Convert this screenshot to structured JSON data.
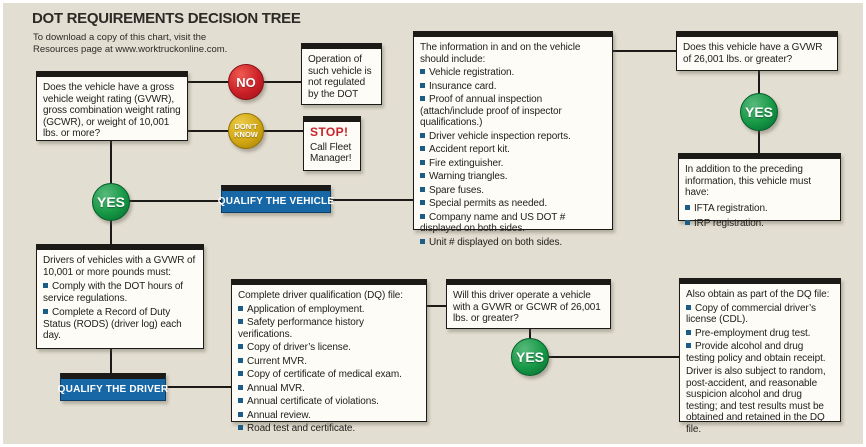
{
  "header": {
    "title": "DOT REQUIREMENTS DECISION TREE",
    "subtitle_line1": "To download a copy of this chart, visit the",
    "subtitle_line2": "Resources page at www.worktruckonline.com."
  },
  "badges": {
    "no": "NO",
    "dont_know_line1": "DON'T",
    "dont_know_line2": "KNOW",
    "yes_left": "YES",
    "yes_right": "YES",
    "yes_bottom": "YES"
  },
  "banners": {
    "qualify_vehicle": "QUALIFY THE VEHICLE",
    "qualify_driver": "QUALIFY THE DRIVER"
  },
  "nodes": {
    "q_gvwr": {
      "text": "Does the vehicle have a gross vehicle weight rating (GVWR), gross combination weight rating (GCWR), or weight of 10,001 lbs. or more?"
    },
    "not_regulated": {
      "text": "Operation of such vehicle is not regulated by the DOT"
    },
    "stop": {
      "title": "STOP!",
      "body": "Call Fleet Manager!"
    },
    "vehicle_info": {
      "intro": "The information in and on the vehicle should include:",
      "bullets": [
        "Vehicle registration.",
        "Insurance card.",
        "Proof of annual inspection (attach/include proof of inspector qualifications.)",
        "Driver vehicle inspection reports.",
        "Accident report kit.",
        "Fire extinguisher.",
        "Warning triangles.",
        "Spare fuses.",
        "Special permits as needed.",
        "Company name and US DOT # displayed on both sides.",
        "Unit # displayed on both sides."
      ]
    },
    "q_26001_vehicle": {
      "text": "Does this vehicle have a GVWR of 26,001 lbs. or greater?"
    },
    "addition": {
      "intro": "In addition to the preceding information, this vehicle must have:",
      "bullets": [
        "IFTA registration.",
        "IRP registration."
      ]
    },
    "drivers": {
      "intro": "Drivers of vehicles with a GVWR of 10,001 or more pounds must:",
      "bullets": [
        "Comply with the DOT hours of service regulations.",
        "Complete a Record of Duty Status (RODS) (driver log) each day."
      ]
    },
    "dq_file": {
      "intro": "Complete driver qualification (DQ) file:",
      "bullets": [
        "Application of employment.",
        "Safety performance history verifications.",
        "Copy of driver’s license.",
        "Current MVR.",
        "Copy of certificate of medical exam.",
        "Annual MVR.",
        "Annual certificate of violations.",
        "Annual review.",
        "Road test and certificate."
      ]
    },
    "q_26001_driver": {
      "text": "Will this driver operate a vehicle with a GVWR or GCWR of 26,001 lbs. or greater?"
    },
    "also_obtain": {
      "intro": "Also obtain as part of the DQ file:",
      "bullets": [
        "Copy of commercial driver’s license (CDL).",
        "Pre-employment drug test.",
        "Provide alcohol and drug testing policy and obtain receipt."
      ],
      "note": "Driver is also subject to random, post-accident, and reasonable suspicion alcohol and drug testing; and test results must be obtained and retained in the DQ file."
    }
  },
  "colors": {
    "background": "#e3ded2",
    "box_background": "#fdfcf7",
    "line_black": "#1c1a17",
    "banner_blue": "#1767a6",
    "bullet_blue": "#1b5d86",
    "no_red": "#cb2028",
    "dont_know_gold": "#d2a713",
    "yes_green": "#169845",
    "stop_red": "#c8232c"
  }
}
